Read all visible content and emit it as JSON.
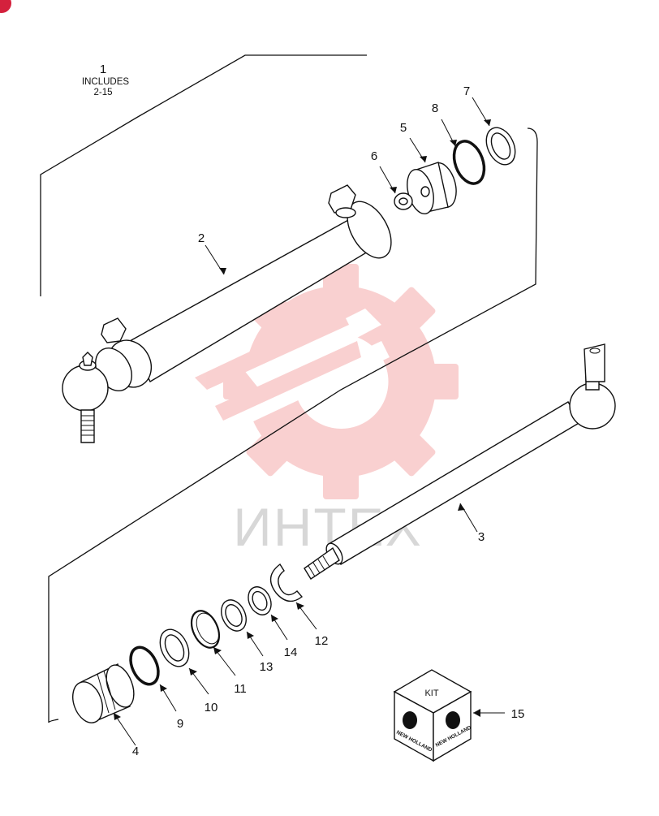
{
  "assembly": {
    "number": "1",
    "includes_line1": "INCLUDES",
    "includes_line2": "2-15"
  },
  "callouts": [
    "2",
    "3",
    "4",
    "5",
    "6",
    "7",
    "8",
    "9",
    "10",
    "11",
    "12",
    "13",
    "14",
    "15"
  ],
  "kit": {
    "label": "KIT",
    "brand": "NEW HOLLAND"
  },
  "watermark": {
    "text": "ИНТЕХ",
    "color": "#f4a3a3"
  },
  "corner_badge_color": "#d4213d"
}
